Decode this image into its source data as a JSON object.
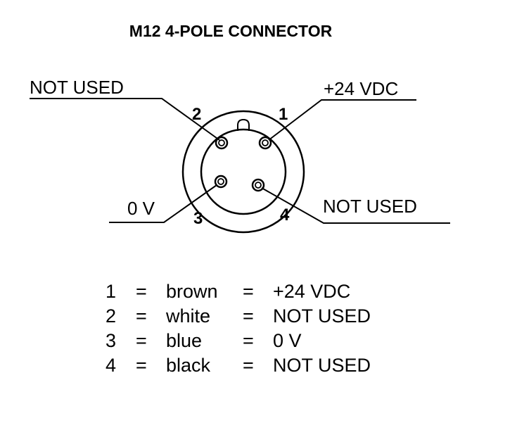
{
  "title": "M12 4-POLE CONNECTOR",
  "labels": {
    "top_left": "NOT USED",
    "top_right": "+24 VDC",
    "bottom_left": "0 V",
    "bottom_right": "NOT USED"
  },
  "pin_numbers": {
    "p1": "1",
    "p2": "2",
    "p3": "3",
    "p4": "4"
  },
  "table": {
    "rows": [
      {
        "pin": "1",
        "eq1": "=",
        "color": "brown",
        "eq2": "=",
        "signal": "+24 VDC"
      },
      {
        "pin": "2",
        "eq1": "=",
        "color": "white",
        "eq2": "=",
        "signal": "NOT USED"
      },
      {
        "pin": "3",
        "eq1": "=",
        "color": "blue",
        "eq2": "=",
        "signal": "0 V"
      },
      {
        "pin": "4",
        "eq1": "=",
        "color": "black",
        "eq2": "=",
        "signal": "NOT USED"
      }
    ]
  }
}
